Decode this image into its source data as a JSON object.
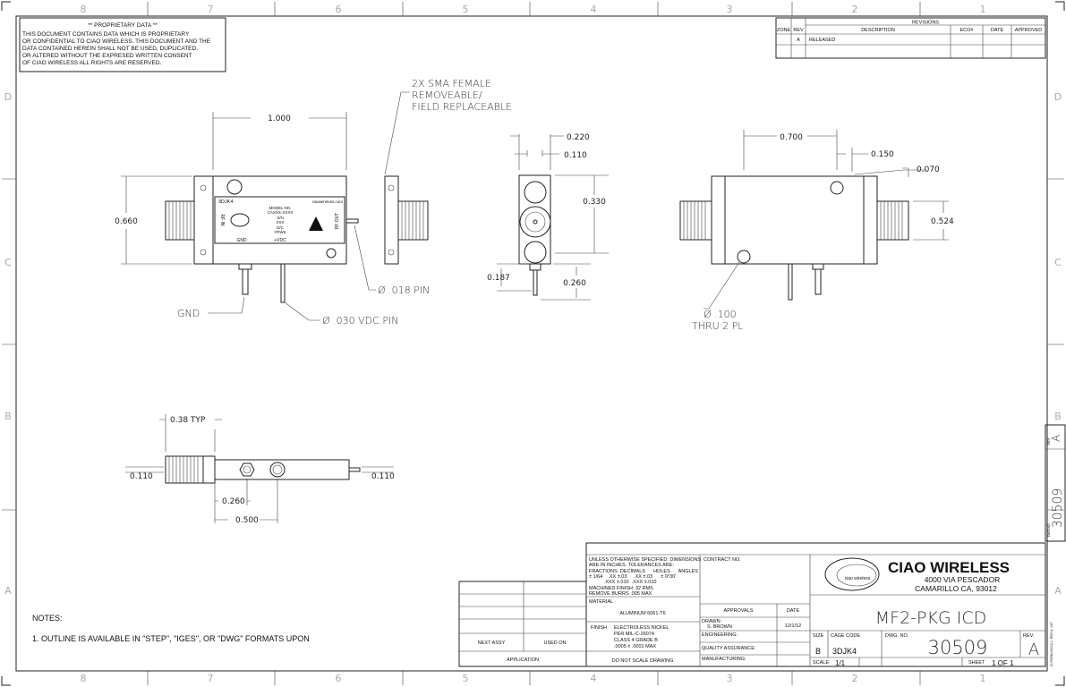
{
  "zones": {
    "columns": [
      "8",
      "7",
      "6",
      "5",
      "4",
      "3",
      "2",
      "1"
    ],
    "rows": [
      "D",
      "C",
      "B",
      "A"
    ]
  },
  "proprietary": {
    "title": "** PROPRIETARY DATA **",
    "lines": [
      "THIS DOCUMENT CONTAINS DATA WHICH IS PROPRIETARY",
      "OR CONFIDENTIAL TO CIAO WIRELESS. THIS DOCUMENT AND THE",
      "DATA CONTAINED HEREIN SHALL NOT BE USED, DUPLICATED,",
      "OR ALTERED WITHOUT THE EXPRESED WRITTEN CONSENT",
      " OF CIAO WIRELESS  ALL RIGHTS ARE RESERVED."
    ]
  },
  "revisions": {
    "title": "REVISIONS",
    "headers": [
      "ZONE",
      "REV",
      "DESCRIPTION",
      "ECO#",
      "DATE",
      "APPROVED"
    ],
    "rows": [
      {
        "zone": "",
        "rev": "A",
        "description": "RELEASED",
        "eco": "",
        "date": "",
        "approved": ""
      }
    ]
  },
  "callouts": {
    "sma": [
      "2X SMA FEMALE",
      "REMOVEABLE/",
      "FIELD REPLACEABLE"
    ],
    "pin018": "Ø .018 PIN",
    "gnd": "GND",
    "vdc_pin": "Ø .030 VDC PIN",
    "hole": [
      "Ø .100",
      "THRU 2 PL"
    ]
  },
  "dimensions": {
    "front_width": "1.000",
    "front_height": "0.660",
    "side_220": "0.220",
    "side_110": "0.110",
    "side_330": "0.330",
    "side_187": "0.187",
    "side_260": "0.260",
    "rear_700": "0.700",
    "rear_150": "0.150",
    "rear_070": "0.070",
    "rear_524": "0.524",
    "bottom_038": "0.38 TYP",
    "bottom_110_left": "0.110",
    "bottom_110_right": "0.110",
    "bottom_260": "0.260",
    "bottom_500": "0.500"
  },
  "label_panel": {
    "code": "3DJK4",
    "website": "ciaowireless.com",
    "model_label": "MODEL NO.",
    "model": "CAXXX-XXXX",
    "sn_label": "S/N",
    "sn": "XXX",
    "dc_label": "D/C",
    "dc": "YRWK",
    "rf_in": "RF IN",
    "rf_out": "RF OUT",
    "gnd": "GND",
    "vdc": "+VDC"
  },
  "notes": {
    "title": "NOTES:",
    "items": [
      "1. OUTLINE IS AVAILABLE IN \"STEP\", \"IGES\", OR \"DWG\" FORMATS UPON"
    ]
  },
  "title_block": {
    "next_assy": "NEXT ASSY",
    "used_on": "USED ON",
    "application": "APPLICATION",
    "tolerances": [
      "UNLESS OTHERWISE SPECIFIED: DIMENSIONS",
      "ARE IN INCHES.  TOLERANCES ARE:",
      "FRACTIONS  DECIMALS      HOLES      ANGLES",
      "± 1/64    .XX ±.03     .XX ±.03      ± 0°30'",
      "           .XXX ±.010  .XXX ±.010",
      "MACHINED FINISH: 32 RMS",
      "REMOVE BURRS .005 MAX"
    ],
    "material_label": "MATERIAL",
    "material": "ALUMINUM 6061-T6",
    "finish_label": "FINISH",
    "finish": [
      "ELECTROLESS NICKEL",
      "PER MIL-C-26074",
      "CLASS 4 GRADE B",
      ".0005 ± .0001 MAX"
    ],
    "do_not_scale": "DO NOT SCALE DRAWING",
    "contract_label": "CONTRACT NO.",
    "approvals_label": "APPROVALS",
    "date_label": "DATE",
    "drawn_label": "DRAWN:",
    "drawn_by": "S. BROWN",
    "drawn_date": "12/1/12",
    "engineering_label": "ENGINEERING:",
    "qa_label": "QUALITY ASSURANCE:",
    "manufacturing_label": "MANUFACTURING:",
    "company": "CIAO WIRELESS",
    "address1": "4000 VIA PESCADOR",
    "address2": "CAMARILLO CA, 93012",
    "logo_text": "ciao wireless",
    "drawing_title": "MF2-PKG ICD",
    "size_label": "SIZE",
    "size": "B",
    "cage_label": "CAGE CODE",
    "cage": "3DJK4",
    "dwg_label": "DWG. NO.",
    "dwg_no": "30509",
    "rev_label": "REV.",
    "rev": "A",
    "scale_label": "SCALE",
    "scale": "1/1",
    "sheet_label": "SHEET",
    "sheet": "1 OF 1",
    "form_id": "CI-FORM-00010-1, REV A, 1/07"
  },
  "side_strip": {
    "rev_label": "REV",
    "rev": "A",
    "dwg_label": "DWG NO.",
    "dwg_no": "30509"
  }
}
